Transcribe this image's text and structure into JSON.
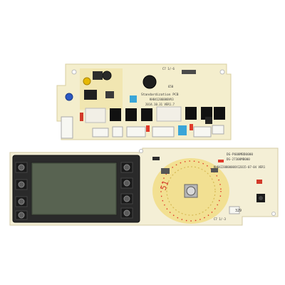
{
  "upper_board": {
    "labels": {
      "standardization": "Standardization PCB",
      "part_number": "KH841206000VV3",
      "date": "2014.10.31  VER1.7",
      "corner_code": "C7 1/-6",
      "small_code": "650"
    }
  },
  "lower_board": {
    "labels": {
      "model": "DG-P608MBD0000",
      "model2": "DG-27300MB000",
      "part_number": "KH8422080000XX1",
      "date": "2015-07-04  VER1",
      "code_left": "51",
      "code_right": "329",
      "corner_code": "C7 1/-3"
    }
  }
}
